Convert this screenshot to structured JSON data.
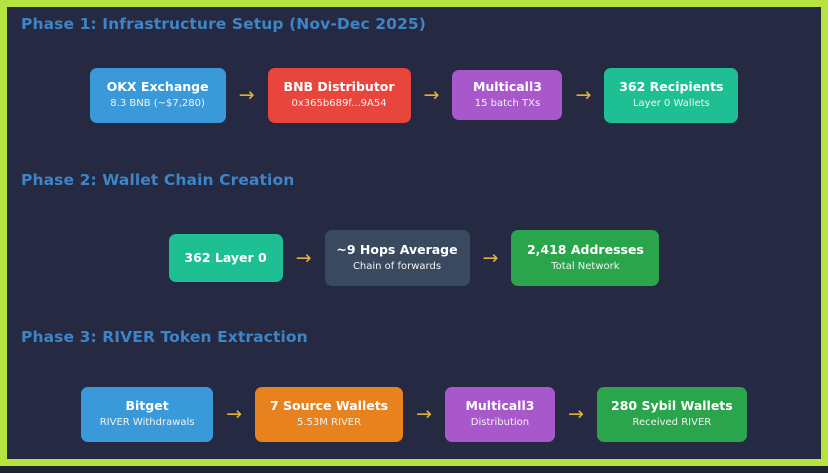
{
  "frame": {
    "border_color": "#b5e340",
    "background_color": "#252941",
    "arrow_glyph": "→",
    "arrow_color": "#e3b23c",
    "heading_color": "#3d85c6"
  },
  "phases": [
    {
      "id": "phase1",
      "title": "Phase 1: Infrastructure Setup (Nov-Dec 2025)",
      "nodes": [
        {
          "title": "OKX Exchange",
          "sub": "8.3 BNB (~$7,280)",
          "color": "#3a9ad9"
        },
        {
          "title": "BNB Distributor",
          "sub": "0x365b689f...9A54",
          "color": "#e8453c"
        },
        {
          "title": "Multicall3",
          "sub": "15 batch TXs",
          "color": "#a958cc"
        },
        {
          "title": "362 Recipients",
          "sub": "Layer 0 Wallets",
          "color": "#1fbf94"
        }
      ]
    },
    {
      "id": "phase2",
      "title": "Phase 2: Wallet Chain Creation",
      "nodes": [
        {
          "title": "362 Layer 0",
          "sub": "",
          "color": "#1fbf94"
        },
        {
          "title": "~9 Hops Average",
          "sub": "Chain of forwards",
          "color": "#3a4a5e"
        },
        {
          "title": "2,418 Addresses",
          "sub": "Total Network",
          "color": "#2aa54c"
        }
      ]
    },
    {
      "id": "phase3",
      "title": "Phase 3: RIVER Token Extraction",
      "nodes": [
        {
          "title": "Bitget",
          "sub": "RIVER Withdrawals",
          "color": "#3a9ad9"
        },
        {
          "title": "7 Source Wallets",
          "sub": "5.53M RIVER",
          "color": "#e8821e"
        },
        {
          "title": "Multicall3",
          "sub": "Distribution",
          "color": "#a958cc"
        },
        {
          "title": "280 Sybil Wallets",
          "sub": "Received RIVER",
          "color": "#2aa54c"
        }
      ]
    }
  ]
}
